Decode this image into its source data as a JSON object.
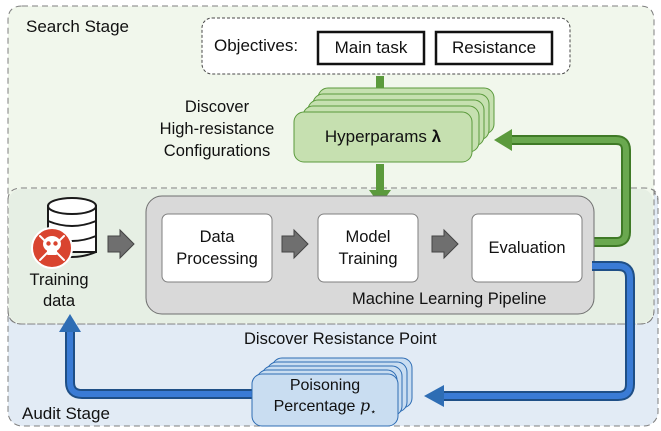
{
  "search_stage": {
    "title": "Search Stage"
  },
  "audit_stage": {
    "title": "Audit Stage"
  },
  "objectives": {
    "label": "Objectives:",
    "items": [
      "Main task",
      "Resistance"
    ]
  },
  "discover_high": {
    "line1": "Discover",
    "line2": "High-resistance",
    "line3": "Configurations"
  },
  "hyperparams": {
    "label": "Hyperparams",
    "symbol": "λ"
  },
  "training_data": {
    "line1": "Training",
    "line2": "data"
  },
  "pipeline": {
    "title": "Machine Learning Pipeline",
    "steps": [
      {
        "line1": "Data",
        "line2": "Processing"
      },
      {
        "line1": "Model",
        "line2": "Training"
      },
      {
        "line1": "Evaluation",
        "line2": ""
      }
    ]
  },
  "discover_resistance": {
    "label": "Discover Resistance Point"
  },
  "poisoning": {
    "line1": "Poisoning",
    "line2": "Percentage",
    "symbol": "p",
    "subscript": "⋆"
  },
  "colors": {
    "search_bg": "#f1f7ec",
    "audit_bg": "#e2ebf5",
    "green_arrow": "#5b9a3c",
    "blue_arrow": "#2e6db4",
    "hyper_fill": "#c6e0b0",
    "poison_fill": "#c9ddf1",
    "pipeline_fill": "#d9d9d9",
    "skull_red": "#d9442f"
  }
}
